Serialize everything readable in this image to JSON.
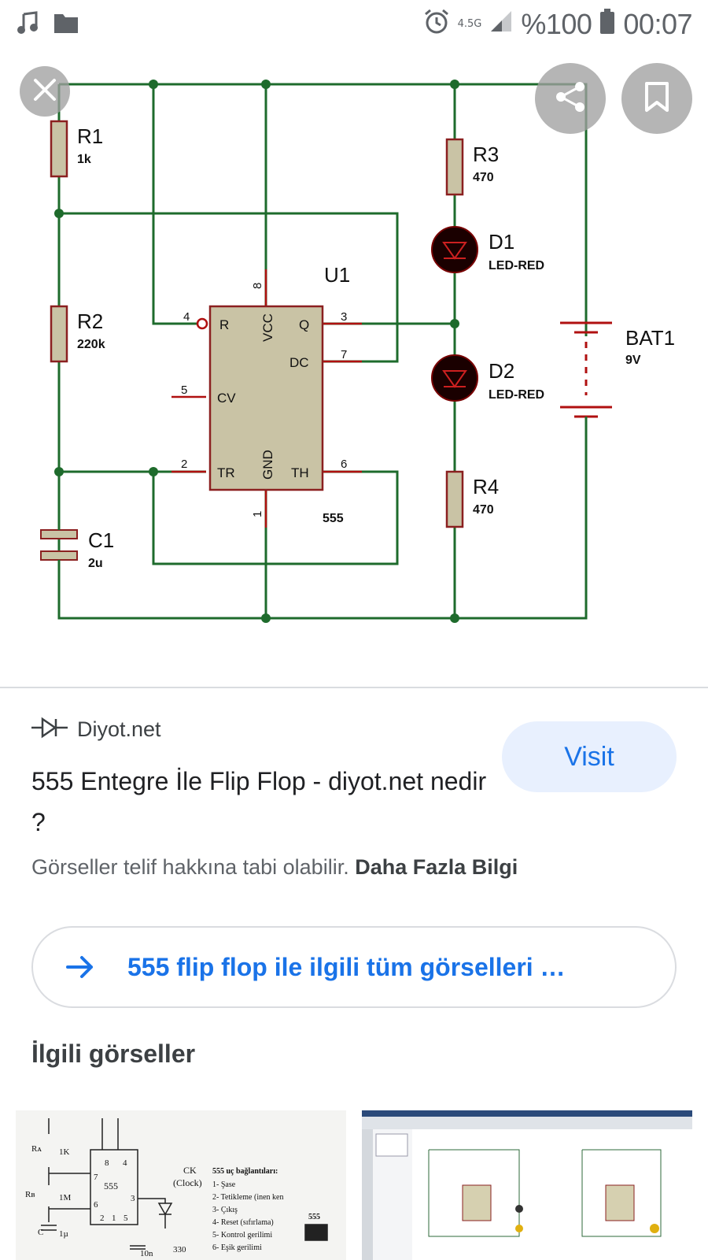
{
  "status_bar": {
    "network": "4.5G",
    "battery_percent": "%100",
    "time": "00:07",
    "icons": [
      "music-note-icon",
      "folder-icon",
      "alarm-icon",
      "signal-icon",
      "battery-icon"
    ]
  },
  "circuit": {
    "labels": {
      "r1": "R1",
      "r1v": "1k",
      "r2": "R2",
      "r2v": "220k",
      "r3": "R3",
      "r3v": "470",
      "r4": "R4",
      "r4v": "470",
      "c1": "C1",
      "c1v": "2u",
      "d1": "D1",
      "d1v": "LED-RED",
      "d2": "D2",
      "d2v": "LED-RED",
      "u1": "U1",
      "chip": "555",
      "bat": "BAT1",
      "batv": "9V",
      "pin_r": "R",
      "pin_vcc": "VCC",
      "pin_q": "Q",
      "pin_dc": "DC",
      "pin_cv": "CV",
      "pin_tr": "TR",
      "pin_gnd": "GND",
      "pin_th": "TH",
      "n1": "1",
      "n2": "2",
      "n3": "3",
      "n4": "4",
      "n5": "5",
      "n6": "6",
      "n7": "7",
      "n8": "8"
    }
  },
  "result": {
    "source": "Diyot.net",
    "title": "555 Entegre İle Flip Flop - diyot.net nedir ?",
    "visit_label": "Visit",
    "copyright_text": "Görseller telif hakkına tabi olabilir.",
    "copyright_link": "Daha Fazla Bilgi"
  },
  "all_images_label": "555 flip flop ile ilgili tüm görselleri …",
  "related": {
    "title": "İlgili görseller",
    "thumb1": {
      "labels": {
        "ra": "Rᴀ",
        "ra_v": "1K",
        "rb": "Rʙ",
        "rb_v": "1M",
        "c": "C",
        "c_v": "1µ",
        "chip": "555",
        "ck": "CK",
        "clock": "(Clock)",
        "r330": "330",
        "c10n": "10n",
        "p8": "8",
        "p4": "4",
        "p7": "7",
        "p6": "6",
        "p3": "3",
        "p2": "2",
        "p1": "1",
        "p5": "5",
        "legend_title": "555 uç bağlantıları:",
        "l1": "1- Şase",
        "l2": "2- Tetikleme (inen ken",
        "l3": "3- Çıkış",
        "l4": "4- Reset (sıfırlama)",
        "l5": "5- Kontrol gerilimi",
        "l6": "6- Eşik gerilimi",
        "ic_label": "555"
      }
    },
    "thumb2": {}
  },
  "colors": {
    "wire": "#1e6b2c",
    "chip_fill": "#c9c3a5",
    "chip_border": "#8b2020",
    "pin": "#b01010",
    "link_blue": "#1a73e8",
    "visit_bg": "#e8f0fe"
  }
}
